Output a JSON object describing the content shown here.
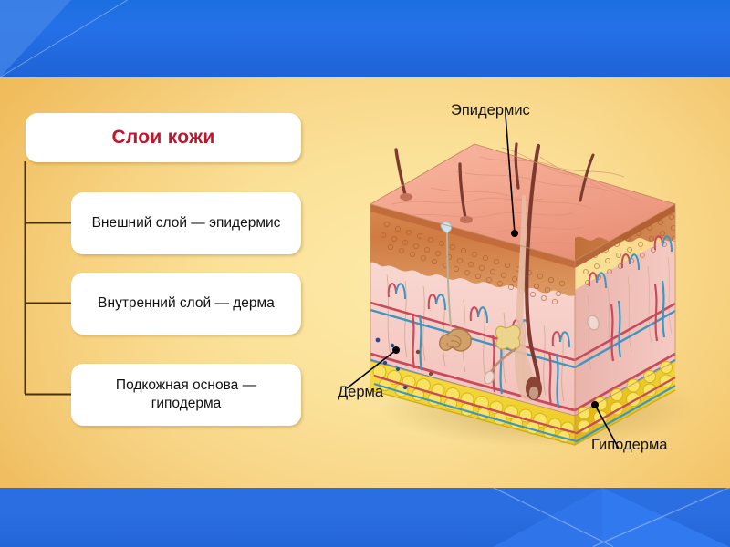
{
  "slide": {
    "title_box": {
      "label": "Слои кожи",
      "color": "#c0152a"
    },
    "background": {
      "content": "#fbe29a",
      "banner": "#2570e8"
    },
    "boxes": [
      {
        "id": "epidermis",
        "label": "Внешний слой — эпидермис"
      },
      {
        "id": "dermis",
        "label": "Внутренний слой — дерма"
      },
      {
        "id": "hypodermis",
        "label": "Подкожная основа — гиподерма"
      }
    ]
  },
  "diagram": {
    "name": "skin-cross-section",
    "labels": {
      "epidermis": "Эпидермис",
      "dermis": "Дерма",
      "hypodermis": "Гиподерма"
    },
    "colors": {
      "surface": "#f4a28c",
      "epidermis_layer": "#cc7a4a",
      "dermis_layer": "#f6cfc9",
      "hypodermis_fat": "#f5d73c",
      "hair": "#7c3b2e",
      "artery": "#c94a5c",
      "vein": "#3b96c4"
    }
  }
}
